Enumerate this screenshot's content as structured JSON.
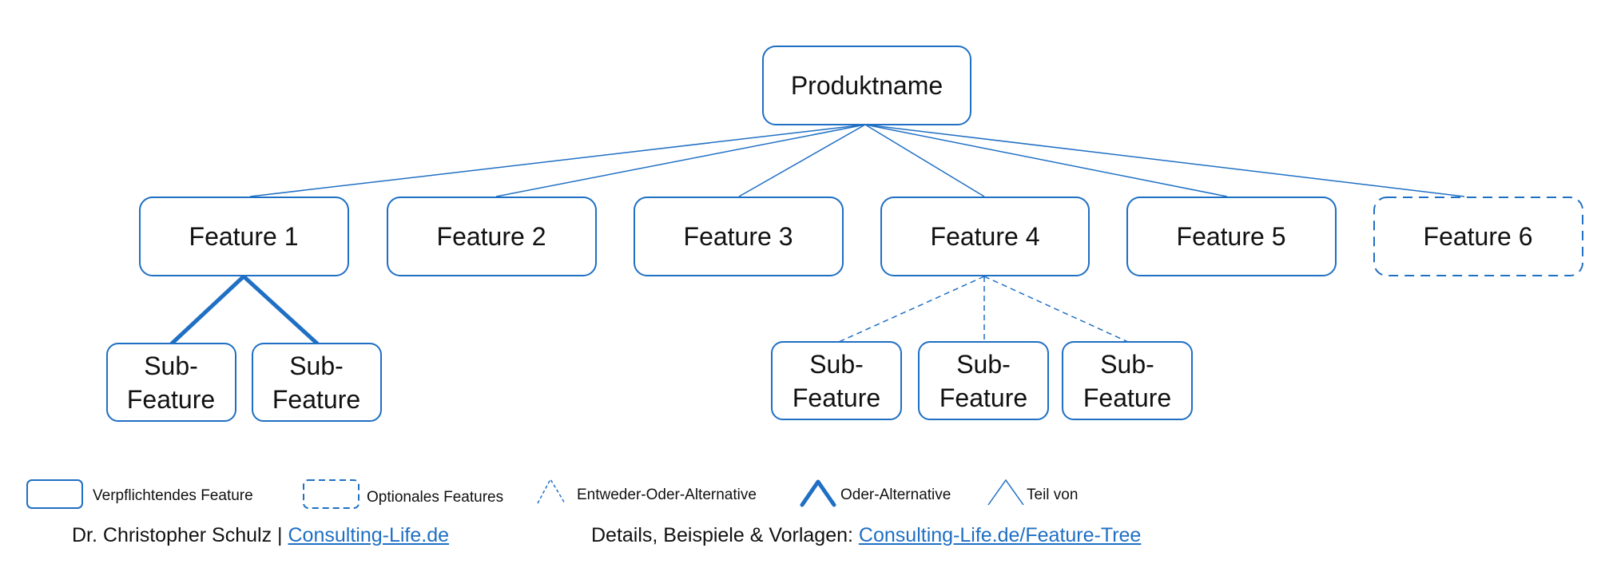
{
  "root": {
    "label": "Produktname"
  },
  "features": [
    {
      "label": "Feature 1",
      "optional": false
    },
    {
      "label": "Feature 2",
      "optional": false
    },
    {
      "label": "Feature 3",
      "optional": false
    },
    {
      "label": "Feature 4",
      "optional": false
    },
    {
      "label": "Feature 5",
      "optional": false
    },
    {
      "label": "Feature 6",
      "optional": true
    }
  ],
  "subfeatures_feature1": [
    {
      "line1": "Sub-",
      "line2": "Feature"
    },
    {
      "line1": "Sub-",
      "line2": "Feature"
    }
  ],
  "subfeatures_feature4": [
    {
      "line1": "Sub-",
      "line2": "Feature"
    },
    {
      "line1": "Sub-",
      "line2": "Feature"
    },
    {
      "line1": "Sub-",
      "line2": "Feature"
    }
  ],
  "legend": {
    "mandatory": "Verpflichtendes Feature",
    "optional": "Optionales Features",
    "xor": "Entweder-Oder-Alternative",
    "or": "Oder-Alternative",
    "part_of": "Teil von"
  },
  "footer": {
    "author": "Dr. Christopher Schulz |",
    "author_link": "Consulting-Life.de",
    "details": "Details, Beispiele & Vorlagen:",
    "details_link": "Consulting-Life.de/Feature-Tree"
  },
  "colors": {
    "accent": "#1f6fc4"
  }
}
